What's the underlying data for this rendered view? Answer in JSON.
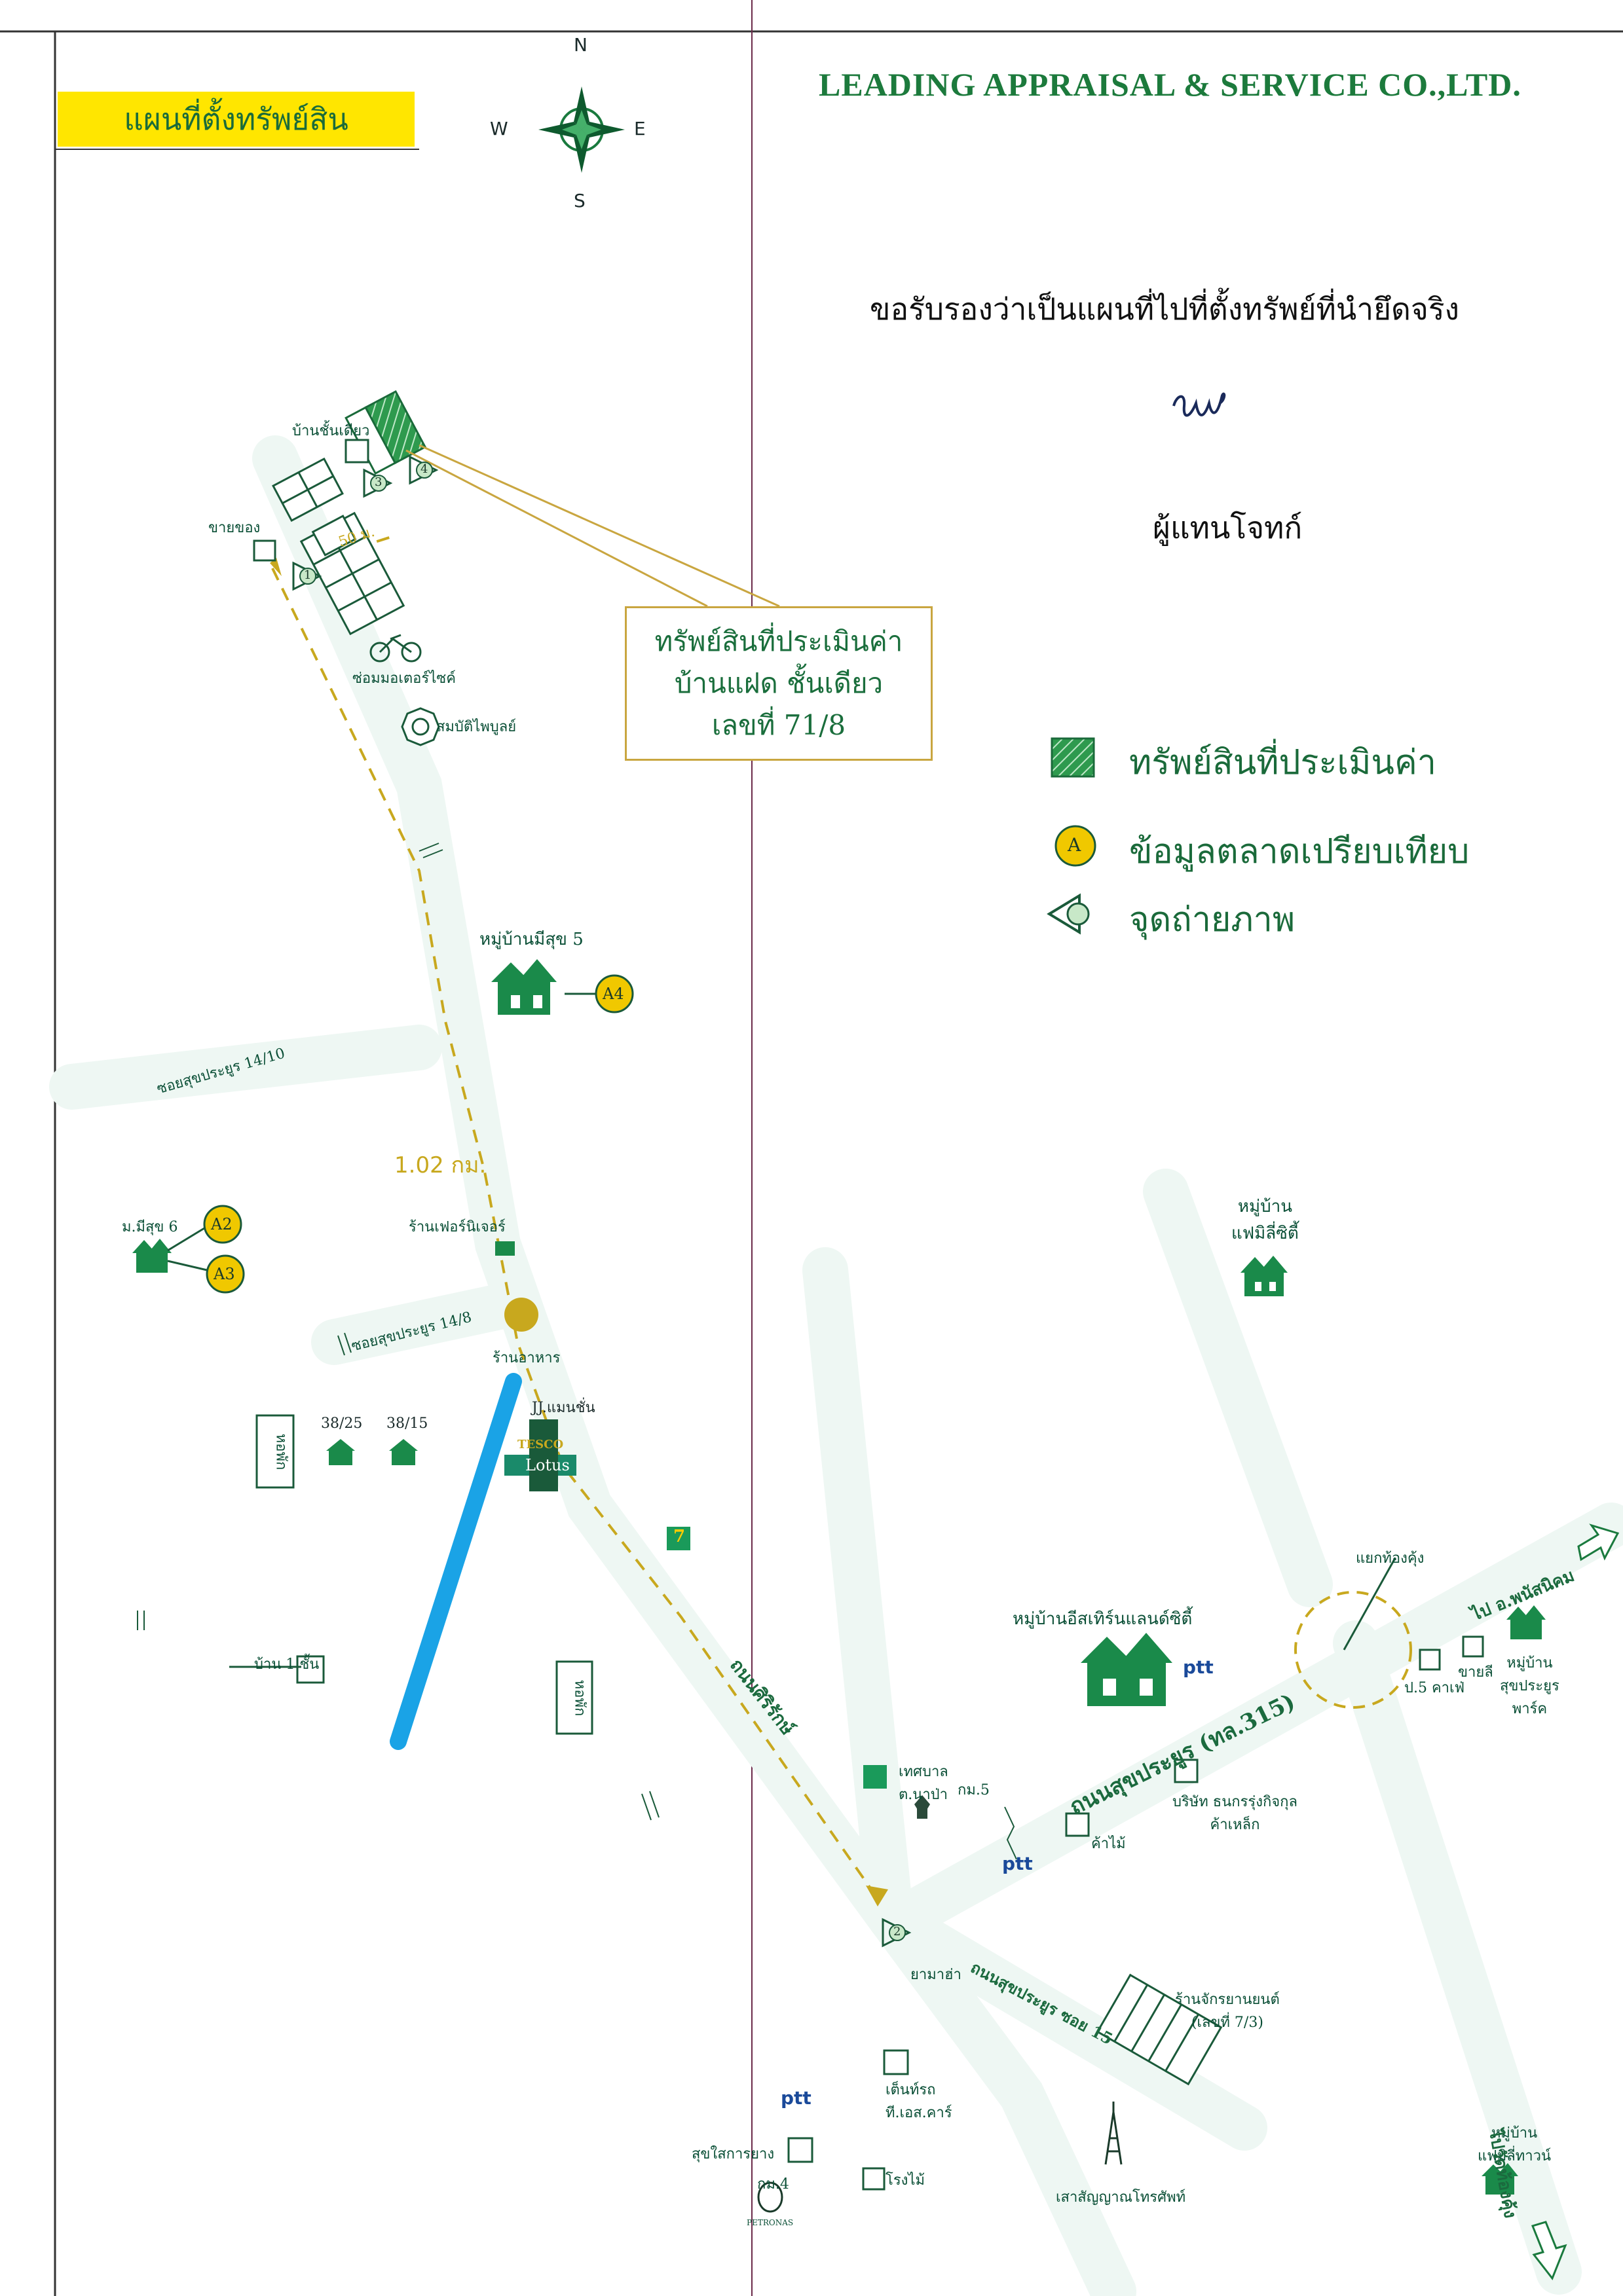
{
  "header": {
    "title": "แผนที่ตั้งทรัพย์สิน",
    "company": "LEADING APPRAISAL & SERVICE CO.,LTD."
  },
  "compass": {
    "north": "N",
    "south": "S",
    "east": "E",
    "west": "W"
  },
  "certification": {
    "statement": "ขอรับรองว่าเป็นแผนที่ไปที่ตั้งทรัพย์ที่นำยึดจริง",
    "signer_title": "ผู้แทนโจทก์"
  },
  "callout": {
    "line1": "ทรัพย์สินที่ประเมินค่า",
    "line2": "บ้านแฝด ชั้นเดียว",
    "line3": "เลขที่ 71/8"
  },
  "legend": {
    "subject": "ทรัพย์สินที่ประเมินค่า",
    "comparable_marker": "A",
    "comparable": "ข้อมูลตลาดเปรียบเทียบ",
    "photo_point": "จุดถ่ายภาพ"
  },
  "map_labels": {
    "house_single": "บ้านชั้นเดียว",
    "shop": "ขายของ",
    "distance_50m": "50 ม.",
    "motorcycle_repair": "ซ่อมมอเตอร์ไซค์",
    "sombat_paiboon": "สมบัติไพบูลย์",
    "village_meesuk5": "หมู่บ้านมีสุข 5",
    "soi_14_10": "ซอยสุขประยูร 14/10",
    "distance_km": "1.02 กม.",
    "meesuk6": "ม.มีสุข 6",
    "furniture_store": "ร้านเฟอร์นิเจอร์",
    "soi_14_8": "ซอยสุขประยูร 14/8",
    "restaurant": "ร้านอาหาร",
    "tesco": "TESCO",
    "lotus": "Lotus",
    "seven_eleven": "7",
    "dormitory": "หอพัก",
    "house_38_25": "38/25",
    "house_38_15": "38/15",
    "jj_mansion": "JJ.แมนชั่น",
    "canal": "คลอง",
    "house_1_floor": "บ้าน 1 ชั้น",
    "dormitory2": "หอพัก",
    "road_sirirak": "ถนนศิริรักษ์",
    "village_eastern": "หมู่บ้านอีสเทิร์นแลนด์ซิตี้",
    "ptt": "ptt",
    "village_family_city": "หมู่บ้าน\nแฟมิลี่ซิตี้",
    "junction": "แยกท้องคุ้ง",
    "to_phanat": "ไป อ.พนัสนิคม",
    "village_sukprayoon_park": "หมู่บ้าน\nสุขประยูร\nพาร์ค",
    "p5_cafe": "ป.5 คาเฟ่",
    "sale": "ขายลี",
    "road_sukprayoon": "ถนนสุขประยูร (ทล.315)",
    "municipality": "เทศบาล\nต.นาป่า",
    "km5": "กม.5",
    "company_thanakorn": "บริษัท ธนกรรุ่งกิจกุล\nค้าเหล็ก",
    "wood_shop": "ค้าไม้",
    "village_family_town": "หมู่บ้าน\nแฟมิลี่ทาวน์",
    "yamaha": "ยามาฮ่า",
    "road_sukprayoon_soi15": "ถนนสุขประยูร ซอย 15",
    "motor_shop": "ร้านจักรยานยนต์\n(เลขที่ 7/3)",
    "tent_car": "เต็นท์รถ\nที.เอส.คาร์",
    "rubber_plant": "สุขใสการยาง",
    "factory": "โรงไม้",
    "km4": "กม.4",
    "petronas": "PETRONAS",
    "telecom_tower": "เสาสัญญาณโทรศัพท์",
    "to_wat_thongkung": "ไปวัดท้องคุ้ง"
  },
  "markers": {
    "a2": "A2",
    "a3": "A3",
    "a4": "A4",
    "p1": "1",
    "p2": "2",
    "p3": "3",
    "p4": "4"
  },
  "colors": {
    "road": "#eef7f3",
    "route": "#c8a81e",
    "green": "#1a7a3e",
    "yellow": "#ffe600",
    "water": "#1aa3e6"
  }
}
